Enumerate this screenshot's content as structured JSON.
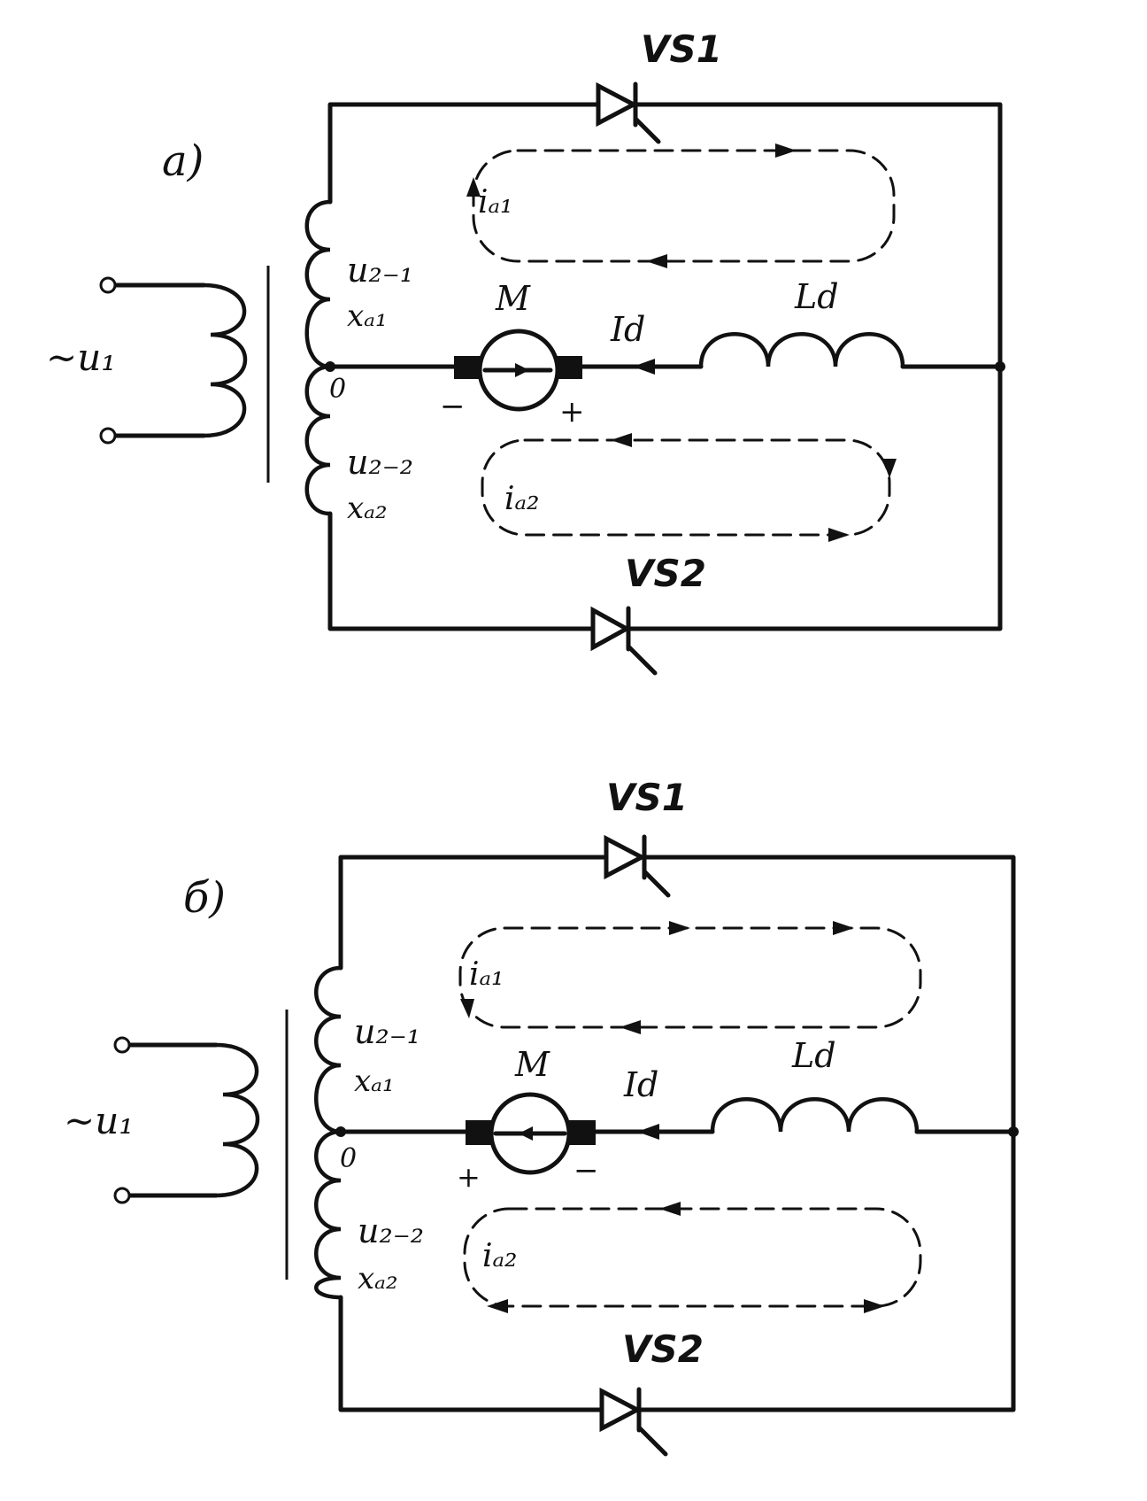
{
  "diagram_a": {
    "panel_label": "а)",
    "source": "~u₁",
    "thyristor_top": "VS1",
    "thyristor_bottom": "VS2",
    "winding_top_voltage": "u₂₋₁",
    "winding_top_reactance": "xₐ₁",
    "winding_bottom_voltage": "u₂₋₂",
    "winding_bottom_reactance": "xₐ₂",
    "midpoint": "0",
    "motor": "M",
    "motor_left_sign": "−",
    "motor_right_sign": "+",
    "load_current": "Id",
    "inductor": "Ld",
    "loop_top_current": "iₐ₁",
    "loop_bottom_current": "iₐ₂"
  },
  "diagram_b": {
    "panel_label": "б)",
    "source": "~u₁",
    "thyristor_top": "VS1",
    "thyristor_bottom": "VS2",
    "winding_top_voltage": "u₂₋₁",
    "winding_top_reactance": "xₐ₁",
    "winding_bottom_voltage": "u₂₋₂",
    "winding_bottom_reactance": "xₐ₂",
    "midpoint": "0",
    "motor": "M",
    "motor_left_sign": "+",
    "motor_right_sign": "−",
    "load_current": "Id",
    "inductor": "Ld",
    "loop_top_current": "iₐ₁",
    "loop_bottom_current": "iₐ₂"
  }
}
